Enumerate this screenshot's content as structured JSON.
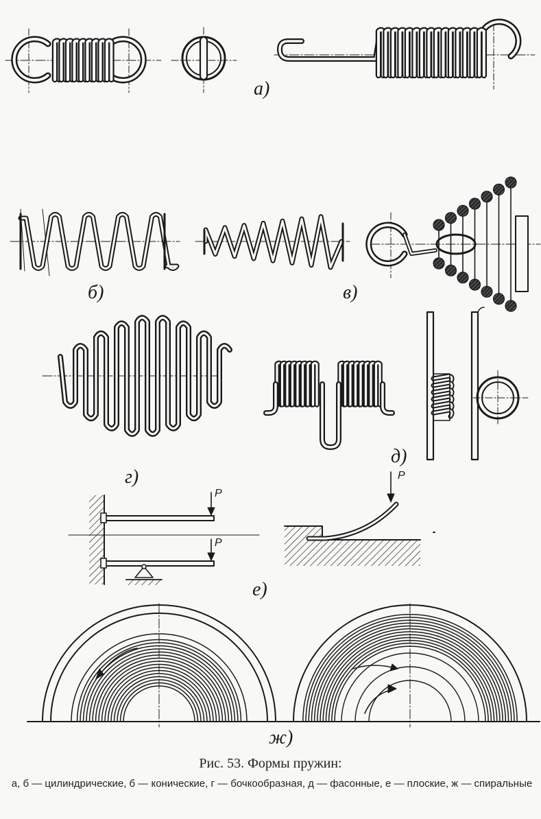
{
  "labels": {
    "a": "а)",
    "b": "б)",
    "v": "в)",
    "g": "г)",
    "d": "д)",
    "e": "е)",
    "zh": "ж)"
  },
  "force_label": "P",
  "caption": {
    "title": "Рис. 53. Формы пружин:",
    "body": "а, б — цилиндрические, б — конические, г — бочкообразная, д — фасонные, е — плоские, ж — спиральные"
  },
  "colors": {
    "ink": "#1a1a1a",
    "paper": "#f8f8f6",
    "section_fill": "#2a2a2a"
  }
}
